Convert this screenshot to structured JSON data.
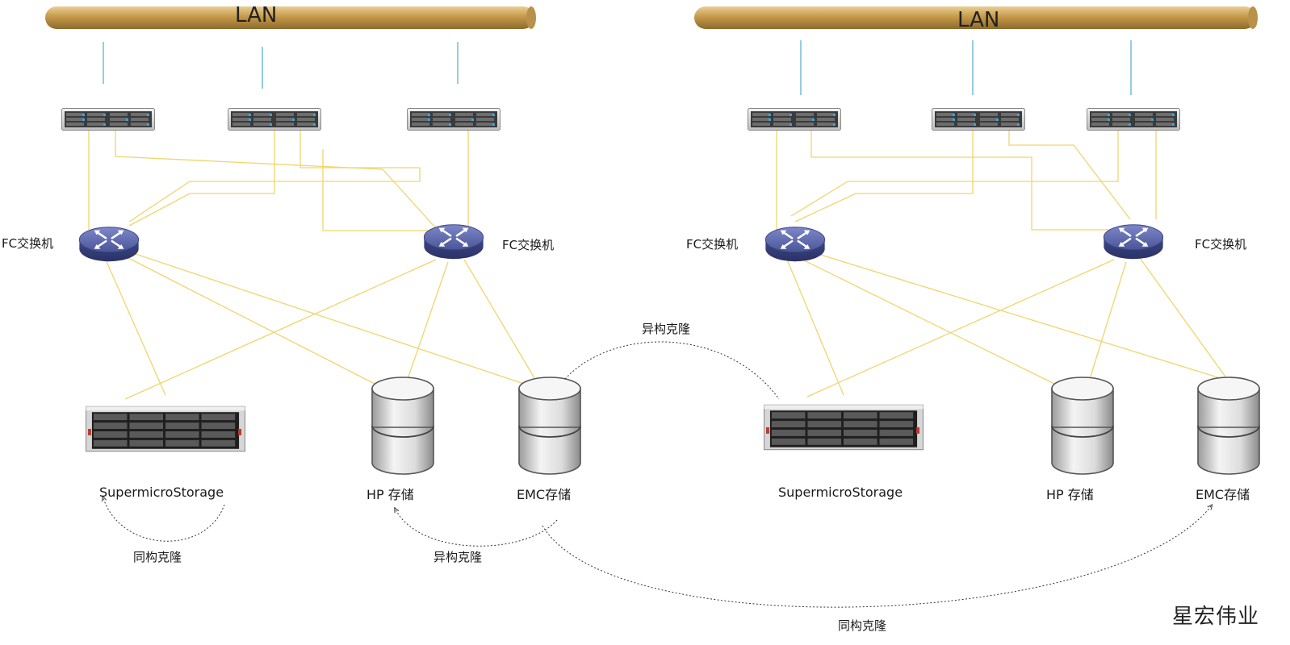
{
  "networks": [
    {
      "lan_label": "LAN",
      "switch_label": "FC交换机",
      "storage": {
        "supermicro": "SupermicroStorage",
        "hp": "HP 存储",
        "emc": "EMC存储"
      }
    },
    {
      "lan_label": "LAN",
      "switch_label": "FC交换机",
      "storage": {
        "supermicro": "SupermicroStorage",
        "hp": "HP 存储",
        "emc": "EMC存储"
      }
    }
  ],
  "clone_labels": {
    "homogeneous": "同构克隆",
    "heterogeneous": "异构克隆"
  },
  "brand": "星宏伟业",
  "colors": {
    "lan_bar": "#c9a35a",
    "fiber_line": "#f0d56b",
    "lan_line": "#5bb3d6",
    "switch_top": "#5d68b0",
    "clone_arrow": "#333333"
  }
}
